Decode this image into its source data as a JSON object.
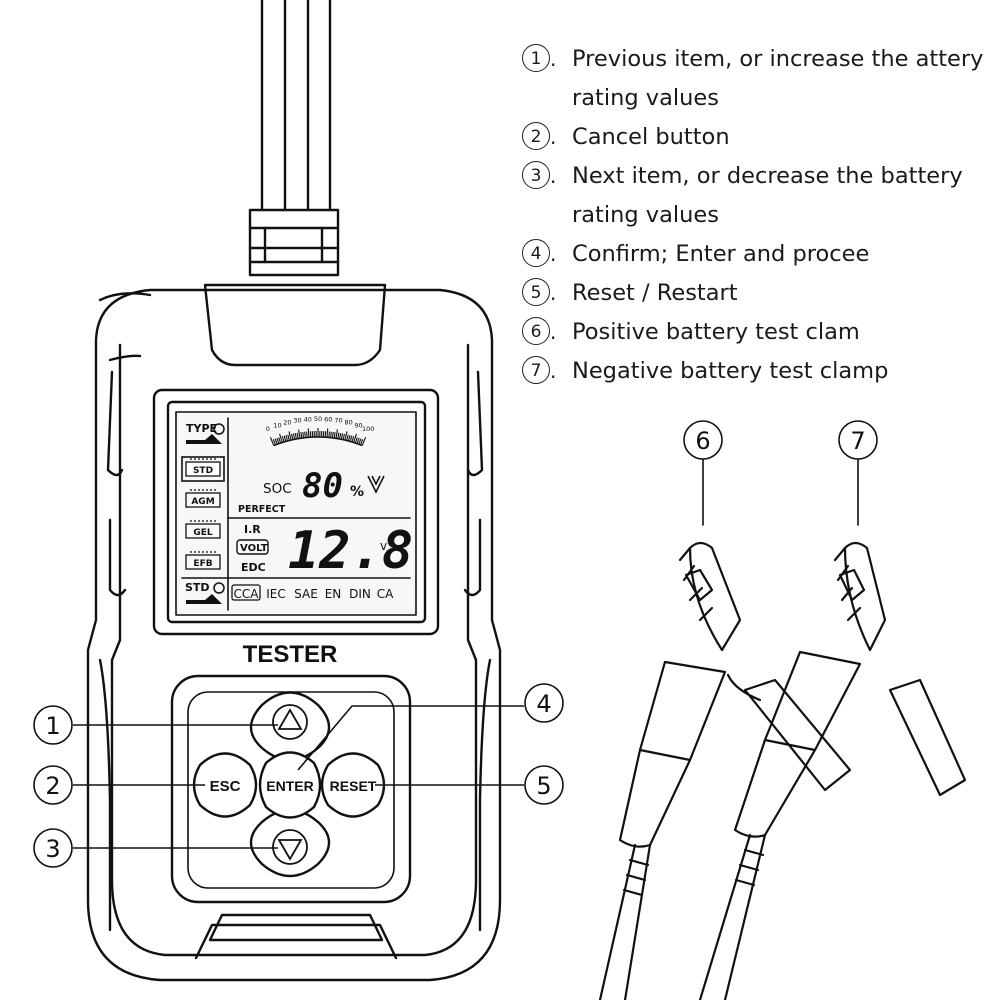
{
  "legend": [
    {
      "num": "1",
      "text": "Previous item, or increase the attery",
      "text2": "rating values"
    },
    {
      "num": "2",
      "text": "Cancel button"
    },
    {
      "num": "3",
      "text": "Next item, or decrease the battery",
      "text2": "rating values"
    },
    {
      "num": "4",
      "text": "Confirm; Enter and procee"
    },
    {
      "num": "5",
      "text": "Reset / Restart"
    },
    {
      "num": "6",
      "text": "Positive battery test clam"
    },
    {
      "num": "7",
      "text": "Negative battery test clamp"
    }
  ],
  "device": {
    "brand_label": "TESTER",
    "buttons": {
      "esc": "ESC",
      "enter": "ENTER",
      "reset": "RESET"
    },
    "callouts": {
      "c1": "1",
      "c2": "2",
      "c3": "3",
      "c4": "4",
      "c5": "5"
    }
  },
  "clamps": {
    "positive": "6",
    "negative": "7"
  },
  "lcd": {
    "type_label": "TYPE",
    "battery_types": [
      "STD",
      "AGM",
      "GEL",
      "EFB"
    ],
    "std_label": "STD",
    "gauge_ticks": [
      "0",
      "10",
      "20",
      "30",
      "40",
      "50",
      "60",
      "70",
      "80",
      "90",
      "100"
    ],
    "soc_label": "SOC",
    "soc_value": "80",
    "soc_unit": "%",
    "status": "PERFECT",
    "ir_label": "I.R",
    "volt_label": "VOLT",
    "edc_label": "EDC",
    "voltage_value": "12.8",
    "voltage_unit": "v",
    "standards": [
      "CCA",
      "IEC",
      "SAE",
      "EN",
      "DIN",
      "CA"
    ]
  }
}
